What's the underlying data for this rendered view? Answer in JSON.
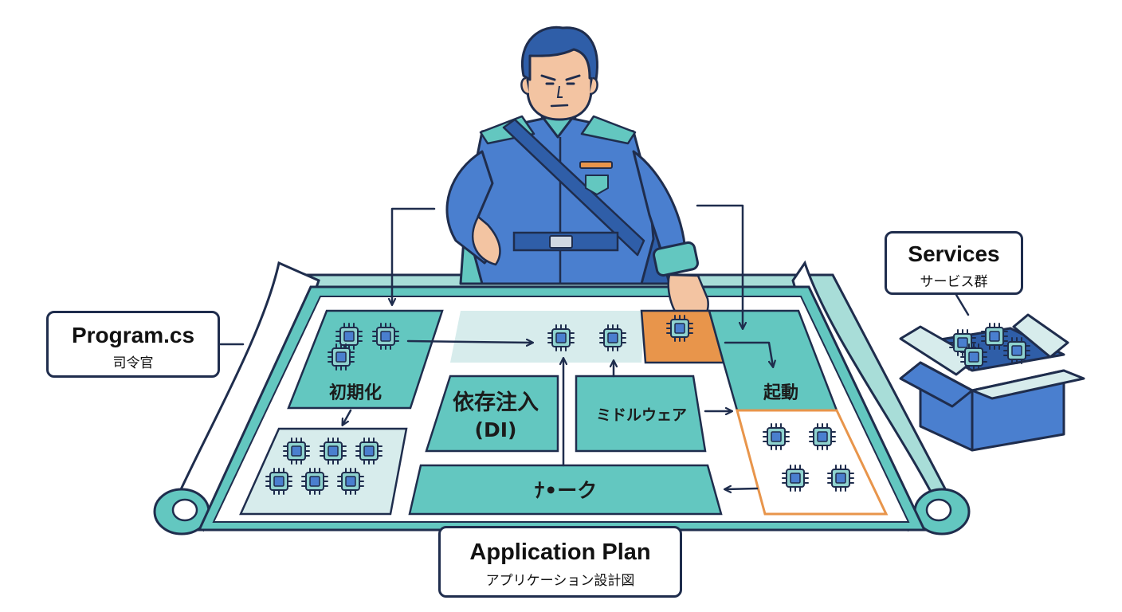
{
  "colors": {
    "outline": "#1f2d4d",
    "teal": "#63c7c0",
    "teal_light": "#a8ddd8",
    "panel_light": "#d7ecec",
    "orange": "#e8954b",
    "blue": "#4a7fcf",
    "blue_dark": "#2f5ea8",
    "skin": "#f3c4a2",
    "white": "#ffffff"
  },
  "labels": {
    "program": {
      "title": "Program.cs",
      "subtitle": "司令官"
    },
    "services": {
      "title": "Services",
      "subtitle": "サービス群"
    },
    "plan": {
      "title": "Application Plan",
      "subtitle": "アプリケーション設計図"
    }
  },
  "blocks": {
    "init": "初期化",
    "di_line1": "依存注入",
    "di_line2": "(DI)",
    "middleware": "ミドルウェア",
    "start": "起動",
    "build": "ﾅ•ーク"
  },
  "icons": [
    "chip-icon",
    "arrow-icon",
    "commander-figure",
    "services-box-icon",
    "blueprint-scroll-icon"
  ]
}
